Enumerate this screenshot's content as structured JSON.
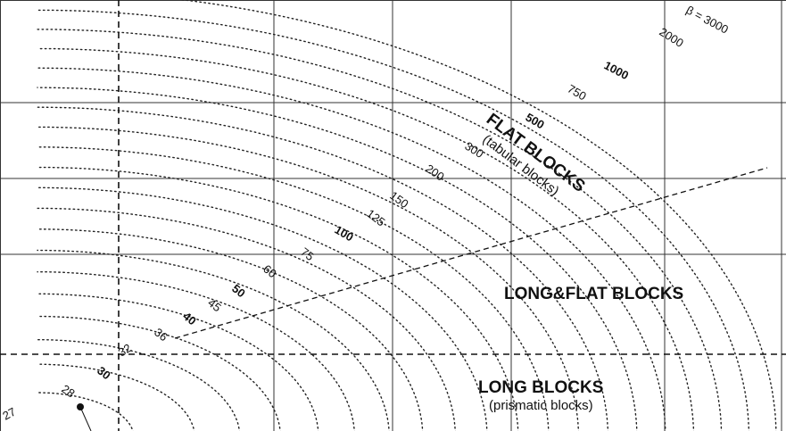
{
  "chart_data": {
    "type": "line",
    "title": "",
    "xlabel": "",
    "ylabel": "",
    "grid": true,
    "legend": "none",
    "series_prefix": "β = ",
    "contour_labels": [
      {
        "value": "3000",
        "text": "β = 3000",
        "bold": false
      },
      {
        "value": "2000",
        "text": "2000",
        "bold": false
      },
      {
        "value": "1000",
        "text": "1000",
        "bold": true
      },
      {
        "value": "750",
        "text": "750",
        "bold": false
      },
      {
        "value": "500",
        "text": "500",
        "bold": true
      },
      {
        "value": "300",
        "text": "300",
        "bold": false
      },
      {
        "value": "200",
        "text": "200",
        "bold": false
      },
      {
        "value": "150",
        "text": "150",
        "bold": false
      },
      {
        "value": "125",
        "text": "125",
        "bold": false
      },
      {
        "value": "100",
        "text": "100",
        "bold": true
      },
      {
        "value": "75",
        "text": "75",
        "bold": false
      },
      {
        "value": "60",
        "text": "60",
        "bold": false
      },
      {
        "value": "50",
        "text": "50",
        "bold": true
      },
      {
        "value": "45",
        "text": "45",
        "bold": false
      },
      {
        "value": "40",
        "text": "40",
        "bold": true
      },
      {
        "value": "36",
        "text": "36",
        "bold": false
      },
      {
        "value": "32",
        "text": "32",
        "bold": false
      },
      {
        "value": "30",
        "text": "30",
        "bold": true
      },
      {
        "value": "28",
        "text": "28",
        "bold": false
      },
      {
        "value": "27",
        "text": "27",
        "bold": false
      }
    ],
    "regions": {
      "flat_title": "FLAT BLOCKS",
      "flat_sub": "(tabular blocks)",
      "longflat_title": "LONG&FLAT  BLOCKS",
      "long_title": "LONG  BLOCKS",
      "long_sub": "(prismatic blocks)"
    },
    "colors": {
      "ink": "#111111",
      "grid": "#333333",
      "contour": "#222222"
    }
  }
}
